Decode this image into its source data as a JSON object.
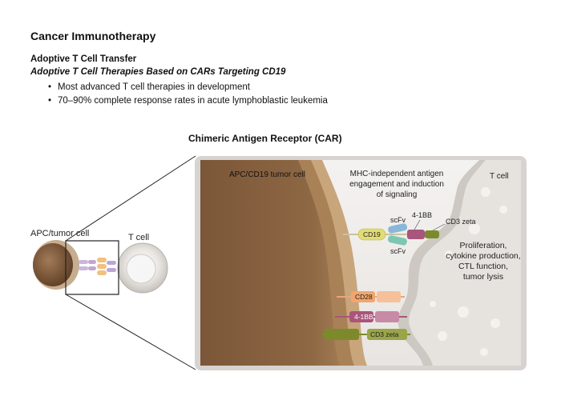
{
  "heading": {
    "title": "Cancer Immunotherapy",
    "subtitle": "Adoptive T Cell Transfer",
    "subtitle_italic": "Adoptive T Cell Therapies Based on CARs Targeting CD19"
  },
  "bullets": [
    "Most advanced T cell therapies in development",
    "70–90% complete response rates in acute lymphoblastic leukemia"
  ],
  "figure": {
    "title": "Chimeric Antigen Receptor (CAR)",
    "apc_label": "APC/tumor cell",
    "t_cell_label_small": "T cell",
    "apc_cd19_label": "APC/CD19 tumor cell",
    "t_cell_label": "T cell",
    "mhc_text": [
      "MHC-independent antigen",
      "engagement and induction",
      "of signaling"
    ],
    "scfv_top": "scFv",
    "scfv_bottom": "scFv",
    "four_1bb_top": "4-1BB",
    "cd3_zeta_top": "CD3 zeta",
    "cd19": "CD19",
    "outcome_text": [
      "Proliferation,",
      "cytokine production,",
      "CTL function,",
      "tumor lysis"
    ],
    "legend": {
      "cd28": "CD28",
      "four_1bb": "4-1BB",
      "cd3_zeta": "CD3 zeta"
    }
  },
  "colors": {
    "tumor_brown": "#8a6240",
    "tumor_light": "#b89570",
    "t_cell_gray": "#cfcac4",
    "cd19_yellow": "#e2dc74",
    "scfv_blue": "#8ab7d8",
    "scfv_teal": "#7cc7b2",
    "bb_purple": "#a9557c",
    "cd3_olive": "#7d8a2c",
    "cd28_orange": "#f2a66e"
  }
}
